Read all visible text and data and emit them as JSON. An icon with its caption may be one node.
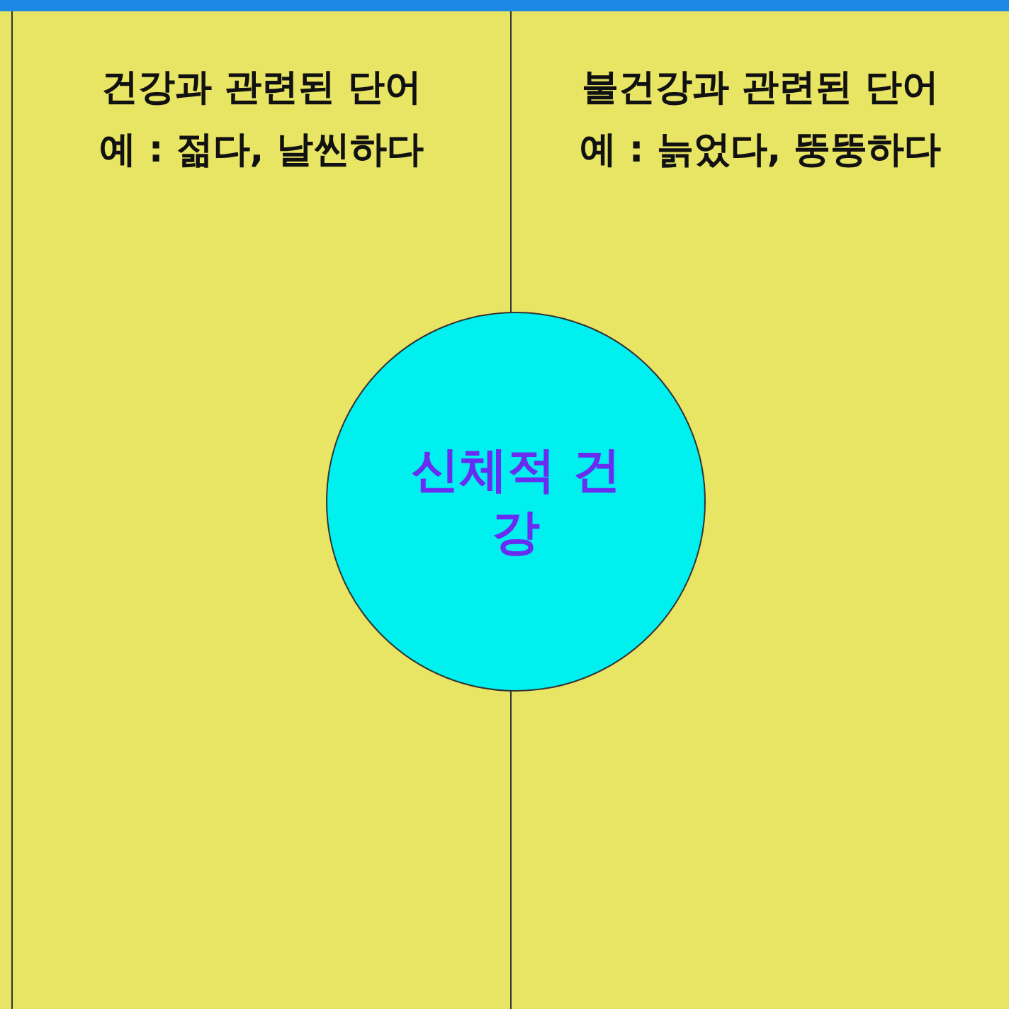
{
  "diagram": {
    "nodes": [
      {
        "text": [
          "건강과 관련된 단어",
          "예 : 젊다, 날씬하다"
        ]
      },
      {
        "text": [
          "불건강과 관련된 단어",
          "예 : 늙었다, 뚱뚱하다"
        ]
      },
      {
        "text": [
          "신체적 건강"
        ]
      }
    ]
  }
}
